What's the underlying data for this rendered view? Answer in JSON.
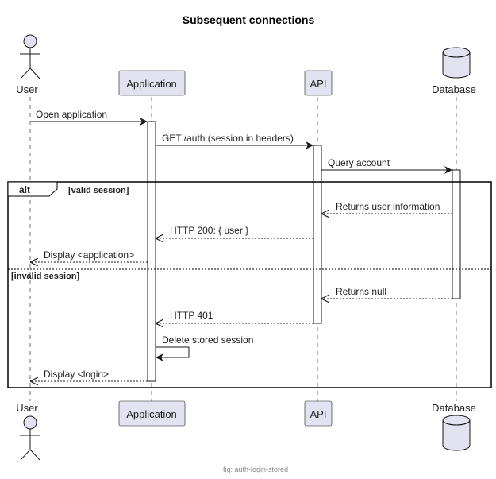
{
  "diagram": {
    "title": "Subsequent connections",
    "caption": "fig: auth-login-stored",
    "participants": {
      "user": "User",
      "application": "Application",
      "api": "API",
      "database": "Database"
    },
    "fragment": {
      "keyword": "alt",
      "guard_valid": "[valid session]",
      "guard_invalid": "[invalid session]"
    },
    "messages": [
      "Open application",
      "GET /auth (session in headers)",
      "Query account",
      "Returns user information",
      "HTTP 200: { user }",
      "Display <application>",
      "Returns null",
      "HTTP 401",
      "Delete stored session",
      "Display <login>"
    ],
    "colors": {
      "participant_fill": "#e2e2f0",
      "participant_stroke": "#181818",
      "line": "#181818",
      "caption": "#888888"
    }
  }
}
